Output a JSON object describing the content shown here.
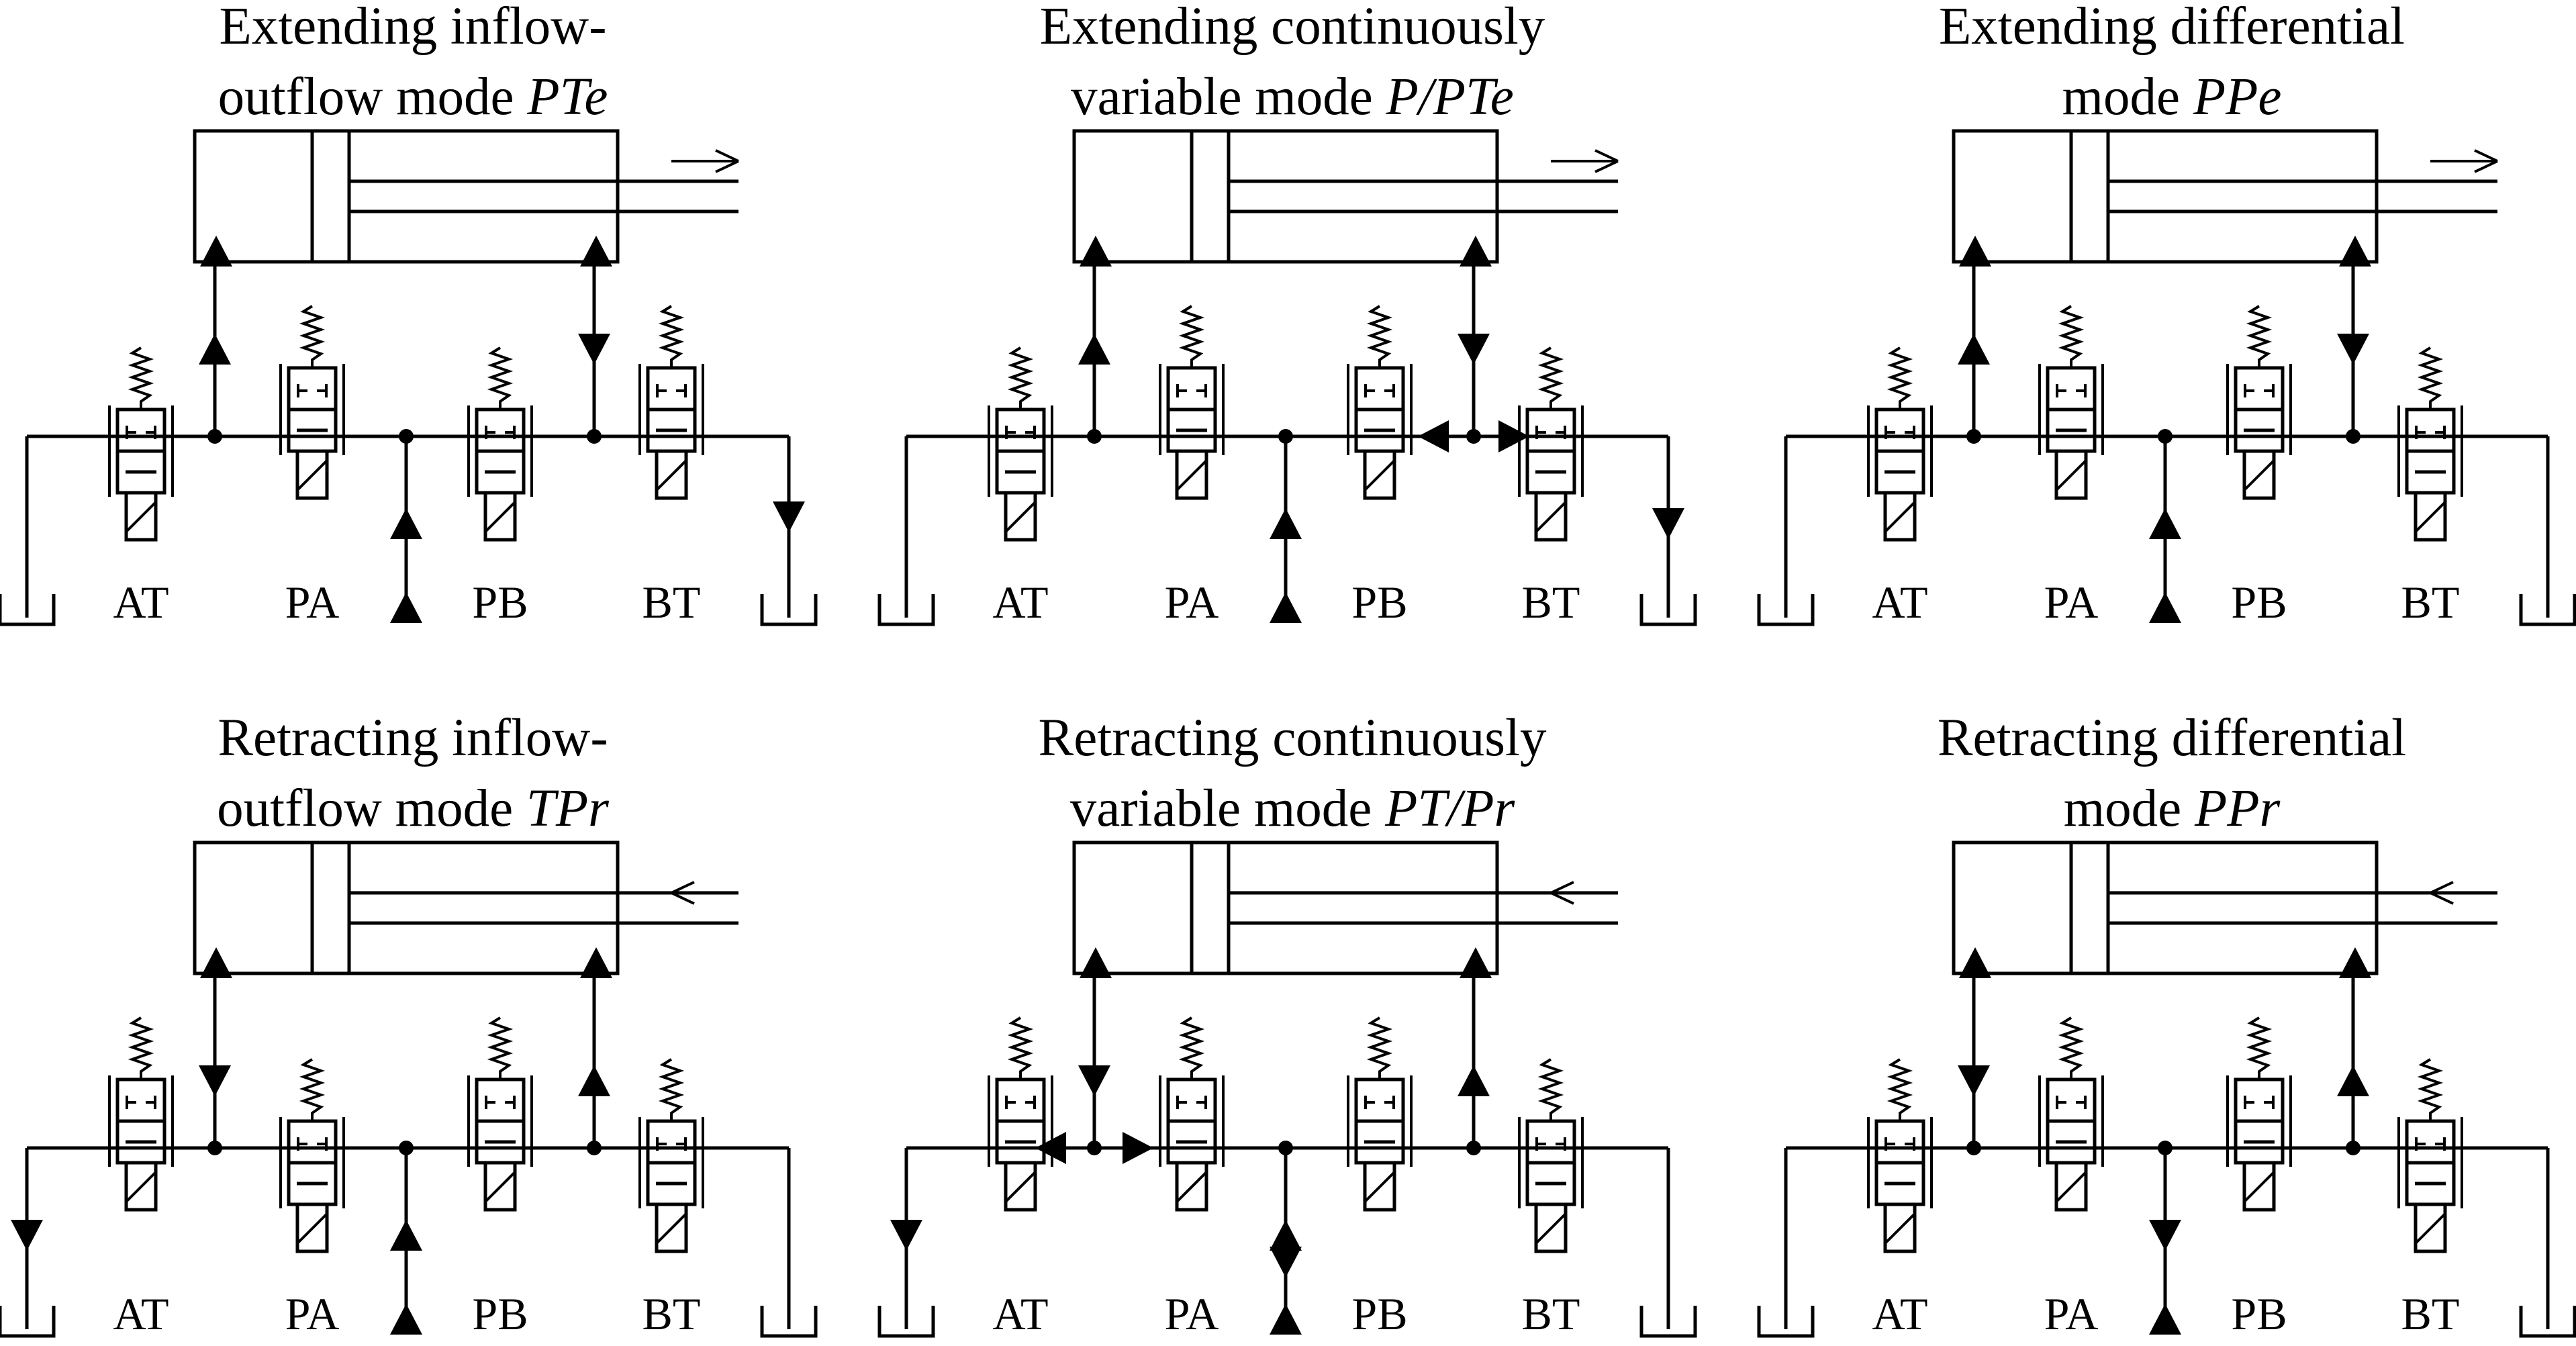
{
  "panels": [
    {
      "id": "ext-inflow-outflow",
      "title_lines": [
        "Extending inflow-",
        "outflow mode "
      ],
      "mode_code": "PTe",
      "direction": "extend"
    },
    {
      "id": "ext-continuous",
      "title_lines": [
        "Extending continuously",
        "variable mode "
      ],
      "mode_code": "P/PTe",
      "direction": "extend"
    },
    {
      "id": "ext-differential",
      "title_lines": [
        "Extending differential",
        "mode "
      ],
      "mode_code": "PPe",
      "direction": "extend"
    },
    {
      "id": "ret-inflow-outflow",
      "title_lines": [
        "Retracting inflow-",
        "outflow mode "
      ],
      "mode_code": "TPr",
      "direction": "retract"
    },
    {
      "id": "ret-continuous",
      "title_lines": [
        "Retracting continuously",
        "variable mode "
      ],
      "mode_code": "PT/Pr",
      "direction": "retract"
    },
    {
      "id": "ret-differential",
      "title_lines": [
        "Retracting differential",
        "mode "
      ],
      "mode_code": "PPr",
      "direction": "retract"
    }
  ],
  "valve_labels": [
    "AT",
    "PA",
    "PB",
    "BT"
  ],
  "colors": {
    "line": "#000000",
    "background": "#ffffff"
  }
}
